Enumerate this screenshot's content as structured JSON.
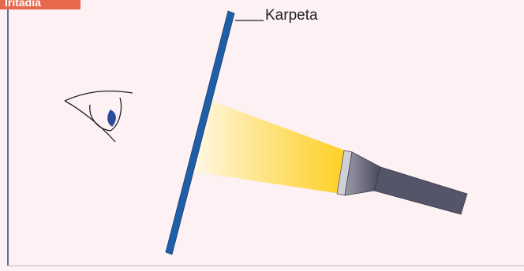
{
  "header": {
    "tag_text": "Iritadia"
  },
  "diagram": {
    "mirror_label": "Karpeta",
    "colors": {
      "tag": "#e8684b",
      "mirror": "#1f5fa8",
      "light_beam": "#ffd42a",
      "flashlight_body": "#55556a",
      "eye_iris": "#2a4c9a"
    },
    "icons": [
      "eye-icon",
      "flashlight-icon",
      "mirror-board"
    ]
  }
}
